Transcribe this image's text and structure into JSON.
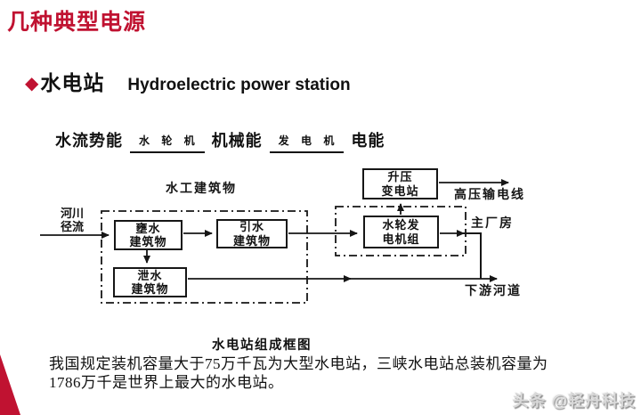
{
  "colors": {
    "accent_red": "#c01231",
    "line_black": "#161616"
  },
  "header": {
    "title": "几种典型电源"
  },
  "section": {
    "title_zh": "水电站",
    "title_en": "Hydroelectric power station"
  },
  "energy_flow": {
    "input": "水流势能",
    "machine1": "水 轮 机",
    "mid": "机械能",
    "machine2": "发 电 机",
    "output": "电能"
  },
  "diagram": {
    "hydraulic_group_label": "水工建筑物",
    "powerhouse_label": "主厂房",
    "river_inflow": {
      "l1": "河川",
      "l2": "径流"
    },
    "boxes": {
      "damming": {
        "l1": "壅水",
        "l2": "建筑物"
      },
      "diversion": {
        "l1": "引水",
        "l2": "建筑物"
      },
      "discharge": {
        "l1": "泄水",
        "l2": "建筑物"
      },
      "turbine": {
        "l1": "水轮发",
        "l2": "电机组"
      },
      "substation": {
        "l1": "升压",
        "l2": "变电站"
      }
    },
    "hv_line_label": "高压输电线",
    "downstream_label": "下游河道",
    "caption": "水电站组成框图"
  },
  "body_text": {
    "line1": "我国规定装机容量大于75万千瓦为大型水电站，三峡水电站总装机容量为",
    "line2": "1786万千是世界上最大的水电站。"
  },
  "watermark": "头条 @轻舟科技"
}
